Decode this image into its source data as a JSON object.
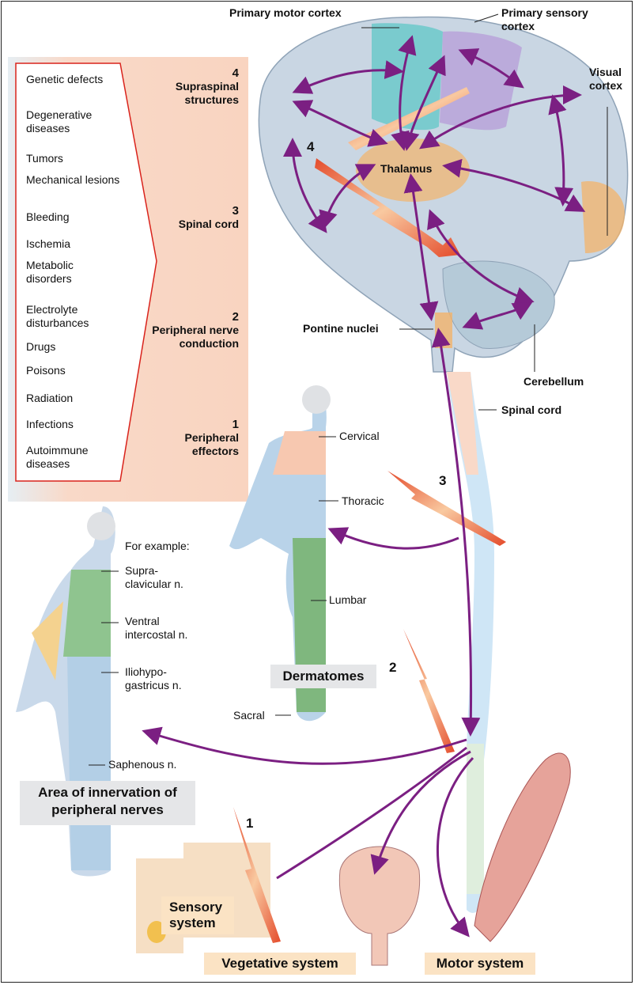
{
  "causes": [
    "Genetic defects",
    "Degenerative diseases",
    "Tumors",
    "Mechanical lesions",
    "Bleeding",
    "Ischemia",
    "Metabolic disorders",
    "Electrolyte disturbances",
    "Drugs",
    "Poisons",
    "Radiation",
    "Infections",
    "Autoimmune diseases"
  ],
  "levels": [
    {
      "num": "4",
      "label": "Supraspinal structures"
    },
    {
      "num": "3",
      "label": "Spinal cord"
    },
    {
      "num": "2",
      "label": "Peripheral nerve conduction"
    },
    {
      "num": "1",
      "label": "Peripheral effectors"
    }
  ],
  "brain_labels": {
    "motor": "Primary motor cortex",
    "sensory": "Primary sensory cortex",
    "visual": "Visual cortex",
    "thalamus": "Thalamus",
    "pontine": "Pontine nuclei",
    "cerebellum": "Cerebellum",
    "spinal": "Spinal cord"
  },
  "dermatomes": {
    "cervical": "Cervical",
    "thoracic": "Thoracic",
    "lumbar": "Lumbar",
    "sacral": "Sacral",
    "title": "Dermatomes"
  },
  "nerves": {
    "example": "For example:",
    "supra": "Supra-clavicular n.",
    "ventral": "Ventral intercostal n.",
    "ilio": "Iliohypo-gastricus n.",
    "saph": "Saphenous n.",
    "title": "Area of innervation of peripheral nerves"
  },
  "systems": {
    "sensory": "Sensory system",
    "vegetative": "Vegetative system",
    "motor": "Motor system"
  },
  "markers": {
    "m4": "4",
    "m3": "3",
    "m2": "2",
    "m1": "1"
  },
  "colors": {
    "arrow": "#7b1f82",
    "panel": "#f9d9c8",
    "red": "#d9231c",
    "cortex_motor": "#5fc7c7",
    "cortex_sensory": "#b8a0d8",
    "thalamus": "#f3b36a"
  }
}
